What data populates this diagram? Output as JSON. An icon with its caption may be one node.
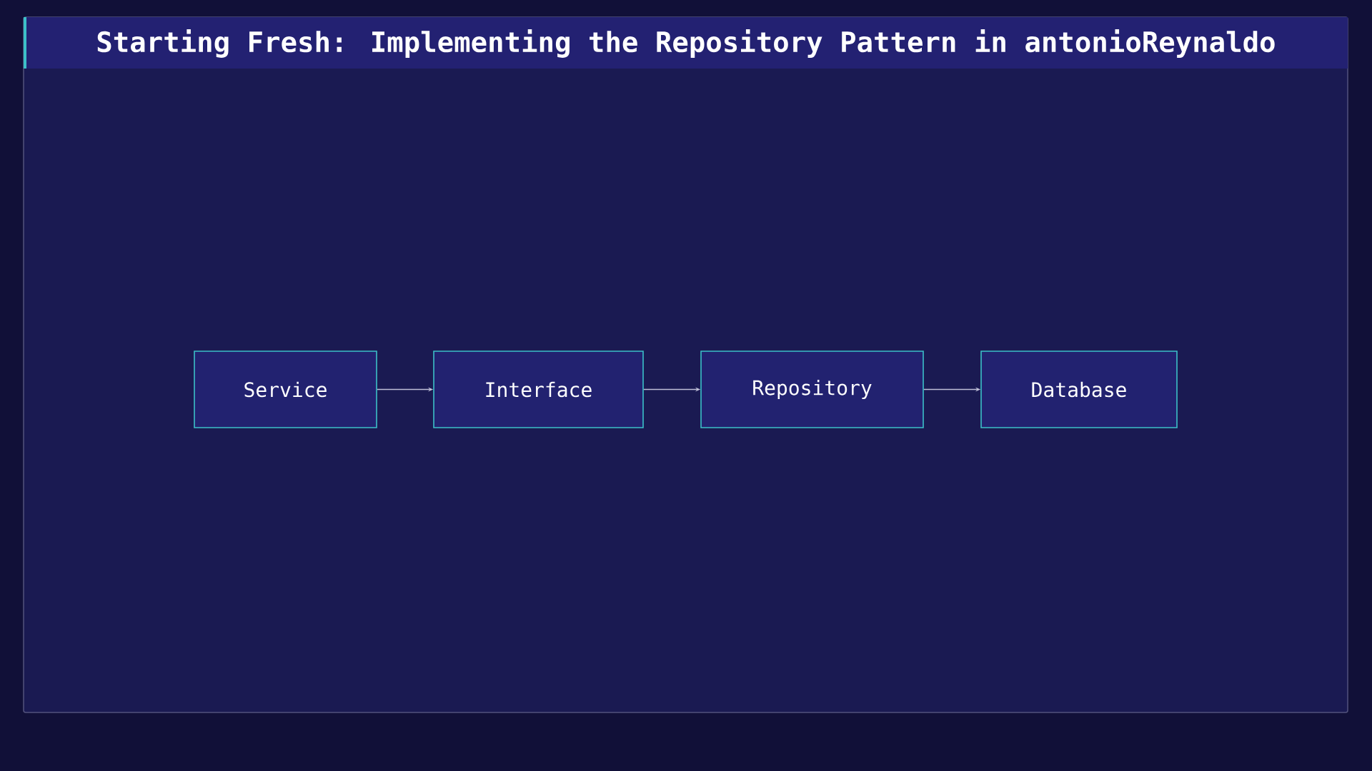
{
  "diagram": {
    "title": "Starting Fresh: Implementing the Repository Pattern in antonioReynaldo",
    "nodes": [
      {
        "text": [
          "Service"
        ]
      },
      {
        "text": [
          "Interface"
        ]
      },
      {
        "text": [
          "Repository"
        ]
      },
      {
        "text": [
          "Database"
        ]
      }
    ],
    "edges": [
      {
        "from": 0,
        "to": 1,
        "arrow": "to"
      },
      {
        "from": 1,
        "to": 2,
        "arrow": "to"
      },
      {
        "from": 2,
        "to": 3,
        "arrow": "to"
      }
    ]
  }
}
